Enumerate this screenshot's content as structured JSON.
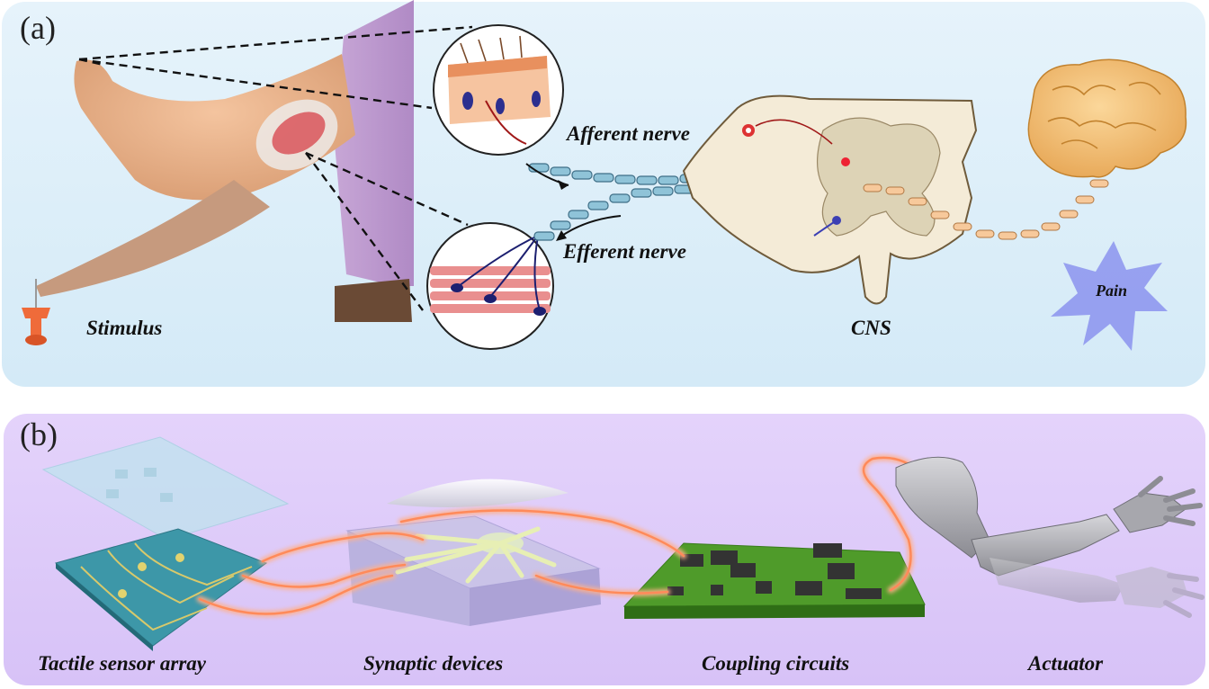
{
  "panel_a": {
    "label": "(a)",
    "stimulus": "Stimulus",
    "afferent": "Afferent nerve",
    "efferent": "Efferent nerve",
    "cns": "CNS",
    "pain": "Pain"
  },
  "panel_b": {
    "label": "(b)",
    "tactile": "Tactile sensor array",
    "synaptic": "Synaptic devices",
    "coupling": "Coupling circuits",
    "actuator": "Actuator"
  },
  "colors": {
    "panel_a_bg": "#d9eef9",
    "panel_b_bg": "#dcc8fa",
    "nerve": "#8fc3d8",
    "efferent_neuron": "#2c2f8f",
    "pain_star": "#8f98ee",
    "brain": "#f2b96a",
    "pcb": "#4f9b2a",
    "wire_glow": "#ff9a6a"
  }
}
